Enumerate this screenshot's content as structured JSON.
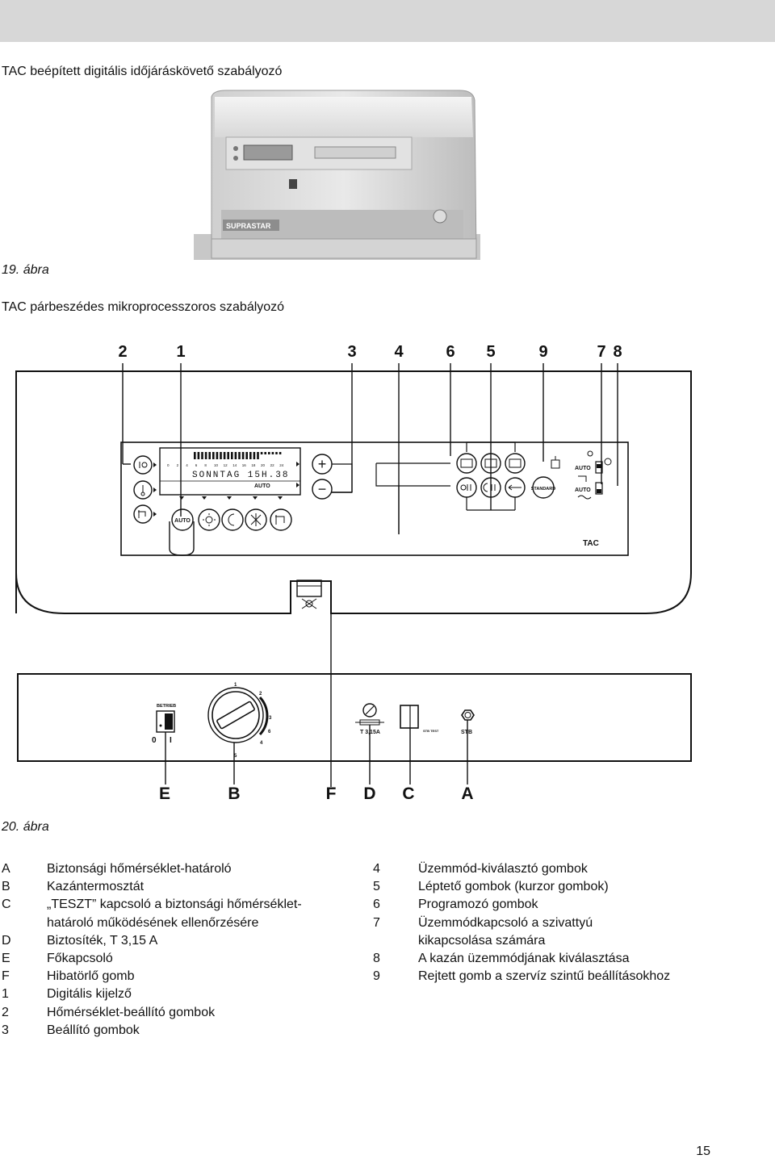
{
  "header_title": "TAC beépített digitális időjáráskövető szabályozó",
  "figure19": {
    "caption": "19. ábra",
    "brand": "SUPRASTAR"
  },
  "section_title": "TAC párbeszédes mikroprocesszoros szabályozó",
  "figure20": {
    "caption": "20. ábra",
    "top_callouts": [
      "2",
      "1",
      "3",
      "4",
      "6",
      "5",
      "9",
      "7",
      "8"
    ],
    "bottom_callouts": [
      "E",
      "B",
      "F",
      "D",
      "C",
      "A"
    ],
    "display_text": "SONNTAG  15H.38",
    "display_scale": [
      "0",
      "2",
      "4",
      "6",
      "8",
      "10",
      "12",
      "14",
      "16",
      "18",
      "20",
      "22",
      "24"
    ],
    "auto_label": "AUTO",
    "standard_label": "STANDARD",
    "tac_label": "TAC",
    "plus_symbol": "+",
    "minus_symbol": "−",
    "betrieb_label": "BETRIEB",
    "switch_off": "0",
    "switch_on": "I",
    "fuse_label": "T 3,15A",
    "stb_test_label": "STB TEST",
    "stb_label": "STB",
    "dial_marks": [
      "1",
      "2",
      "3",
      "4",
      "5",
      "6"
    ]
  },
  "legend_left": [
    {
      "key": "A",
      "text": "Biztonsági hőmérséklet-határoló"
    },
    {
      "key": "B",
      "text": "Kazántermosztát"
    },
    {
      "key": "C",
      "text": "„TESZT” kapcsoló a biztonsági hőmérséklet-"
    },
    {
      "key": "",
      "text": "határoló működésének ellenőrzésére"
    },
    {
      "key": "D",
      "text": "Biztosíték, T 3,15 A"
    },
    {
      "key": "E",
      "text": "Főkapcsoló"
    },
    {
      "key": "F",
      "text": "Hibatörlő gomb"
    },
    {
      "key": "1",
      "text": "Digitális kijelző"
    },
    {
      "key": "2",
      "text": "Hőmérséklet-beállító gombok"
    },
    {
      "key": "3",
      "text": "Beállító gombok"
    }
  ],
  "legend_right": [
    {
      "key": "4",
      "text": "Üzemmód-kiválasztó gombok"
    },
    {
      "key": "5",
      "text": "Léptető gombok (kurzor gombok)"
    },
    {
      "key": "6",
      "text": "Programozó gombok"
    },
    {
      "key": "7",
      "text": "Üzemmódkapcsoló a szivattyú"
    },
    {
      "key": "",
      "text": " kikapcsolása számára"
    },
    {
      "key": "8",
      "text": "A kazán üzemmódjának kiválasztása"
    },
    {
      "key": "9",
      "text": "Rejtett gomb a szervíz szintű beállításokhoz"
    }
  ],
  "page_number": "15"
}
